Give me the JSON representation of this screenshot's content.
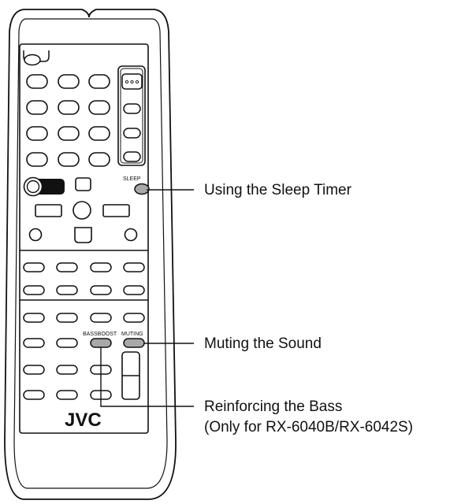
{
  "remote": {
    "brand_logo": "JVC",
    "labels": {
      "sleep": "SLEEP",
      "bass_boost": "BASSBOOST",
      "muting": "MUTING"
    },
    "colors": {
      "outline": "#111111",
      "highlight_button": "#a8a8a8",
      "background": "#ffffff"
    }
  },
  "callouts": {
    "sleep_timer": "Using the Sleep Timer",
    "muting": "Muting the Sound",
    "bass_line1": "Reinforcing the Bass",
    "bass_line2": "(Only for RX-6040B/RX-6042S)"
  }
}
